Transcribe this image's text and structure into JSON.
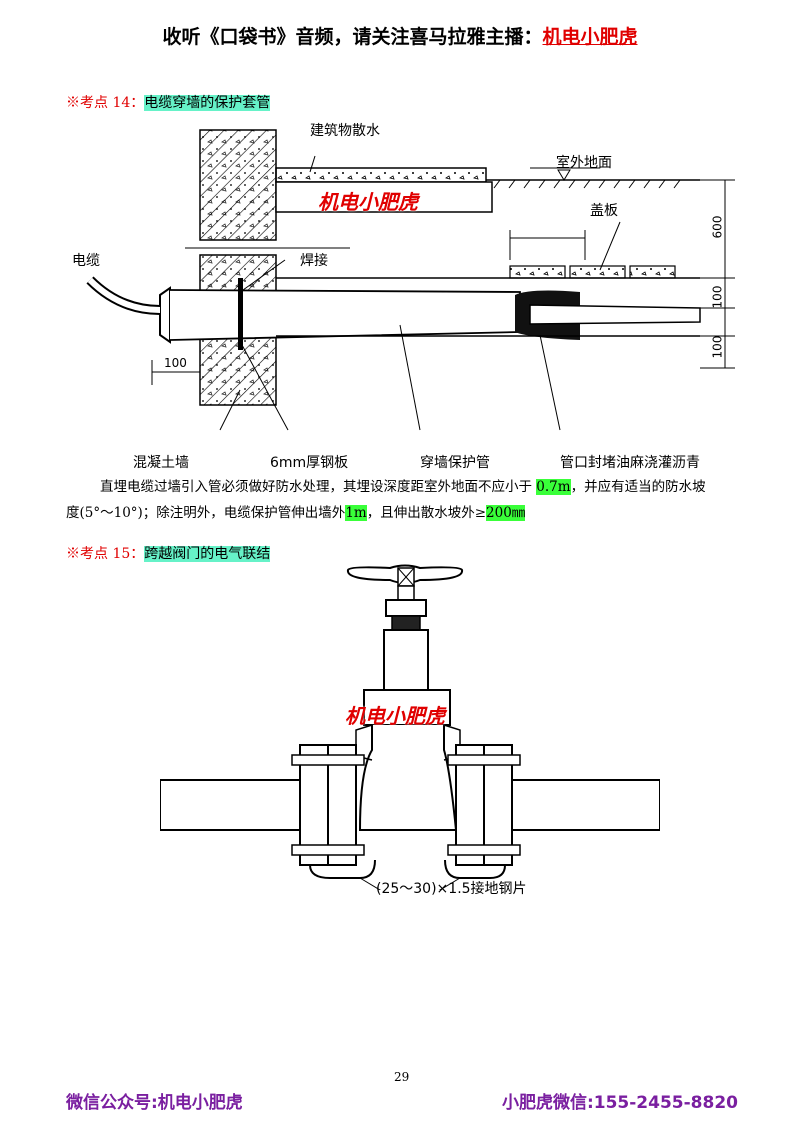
{
  "header": {
    "prefix": "收听《口袋书》音频，请关注喜马拉雅主播：",
    "brand": "机电小肥虎"
  },
  "section14": {
    "mark": "※考点 14：",
    "title": "电缆穿墙的保护套管",
    "labels": {
      "apron": "建筑物散水",
      "ground": "室外地面",
      "cover": "盖板",
      "cable": "电缆",
      "weld": "焊接",
      "dim600": "600",
      "dim100a": "100",
      "dim100b": "100",
      "dim100left": "100",
      "wall": "混凝土墙",
      "plate": "6mm厚钢板",
      "pipe": "穿墙保护管",
      "seal": "管口封堵油麻浇灌沥青"
    },
    "watermark": "机电小肥虎",
    "para": {
      "t1": "直埋电缆过墙引入管必须做好防水处理，其埋设深度距室外地面不应小于",
      "h1": "0.7m",
      "t2": "，并应有适当的防水坡",
      "t3": "度(5°～10°)；除注明外，电缆保护管伸出墙外",
      "h2": "1m",
      "t4": "，且伸出散水坡外≥",
      "h3": "200㎜"
    }
  },
  "section15": {
    "mark": "※考点 15：",
    "title": "跨越阀门的电气联结",
    "watermark": "机电小肥虎",
    "caption": "(25～30)×1.5接地钢片"
  },
  "page_number": "29",
  "footer": {
    "left": "微信公众号:机电小肥虎",
    "right": "小肥虎微信:155-2455-8820"
  }
}
